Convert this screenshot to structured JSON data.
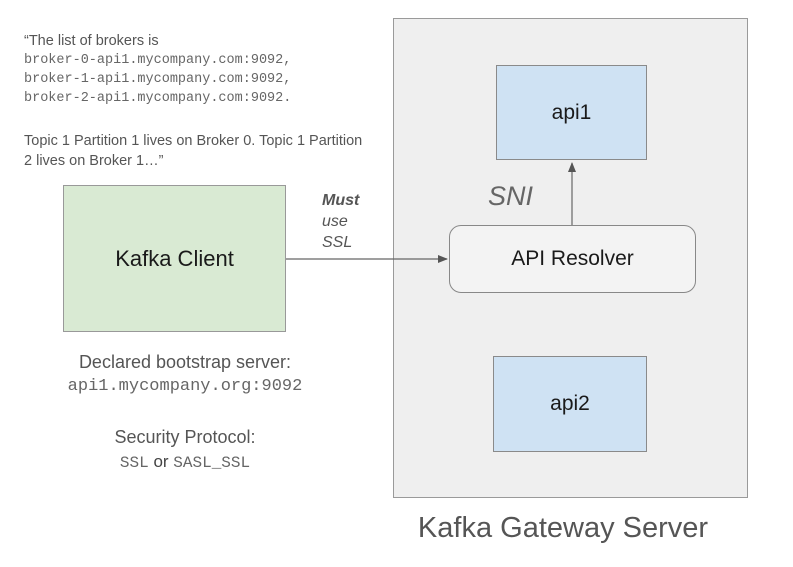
{
  "quote": {
    "line1": "“The list of brokers is",
    "brokers": [
      "broker-0-api1.mycompany.com:9092,",
      "broker-1-api1.mycompany.com:9092,",
      "broker-2-api1.mycompany.com:9092."
    ],
    "partition_text": "Topic 1 Partition 1 lives on Broker 0. Topic 1 Partition 2 lives on Broker 1…”"
  },
  "client": {
    "label": "Kafka Client"
  },
  "connection": {
    "must": "Must",
    "rest": [
      "use",
      "SSL"
    ]
  },
  "bootstrap": {
    "label": "Declared bootstrap server:",
    "value": "api1.mycompany.org:9092"
  },
  "security": {
    "label": "Security Protocol:",
    "option1": "SSL",
    "or": "or",
    "option2": "SASL_SSL"
  },
  "gateway": {
    "title": "Kafka Gateway Server",
    "resolver": "API Resolver",
    "sni": "SNI",
    "api1": "api1",
    "api2": "api2"
  },
  "colors": {
    "client_fill": "#d9ead3",
    "api_fill": "#cfe2f3",
    "server_fill": "#efefef"
  }
}
